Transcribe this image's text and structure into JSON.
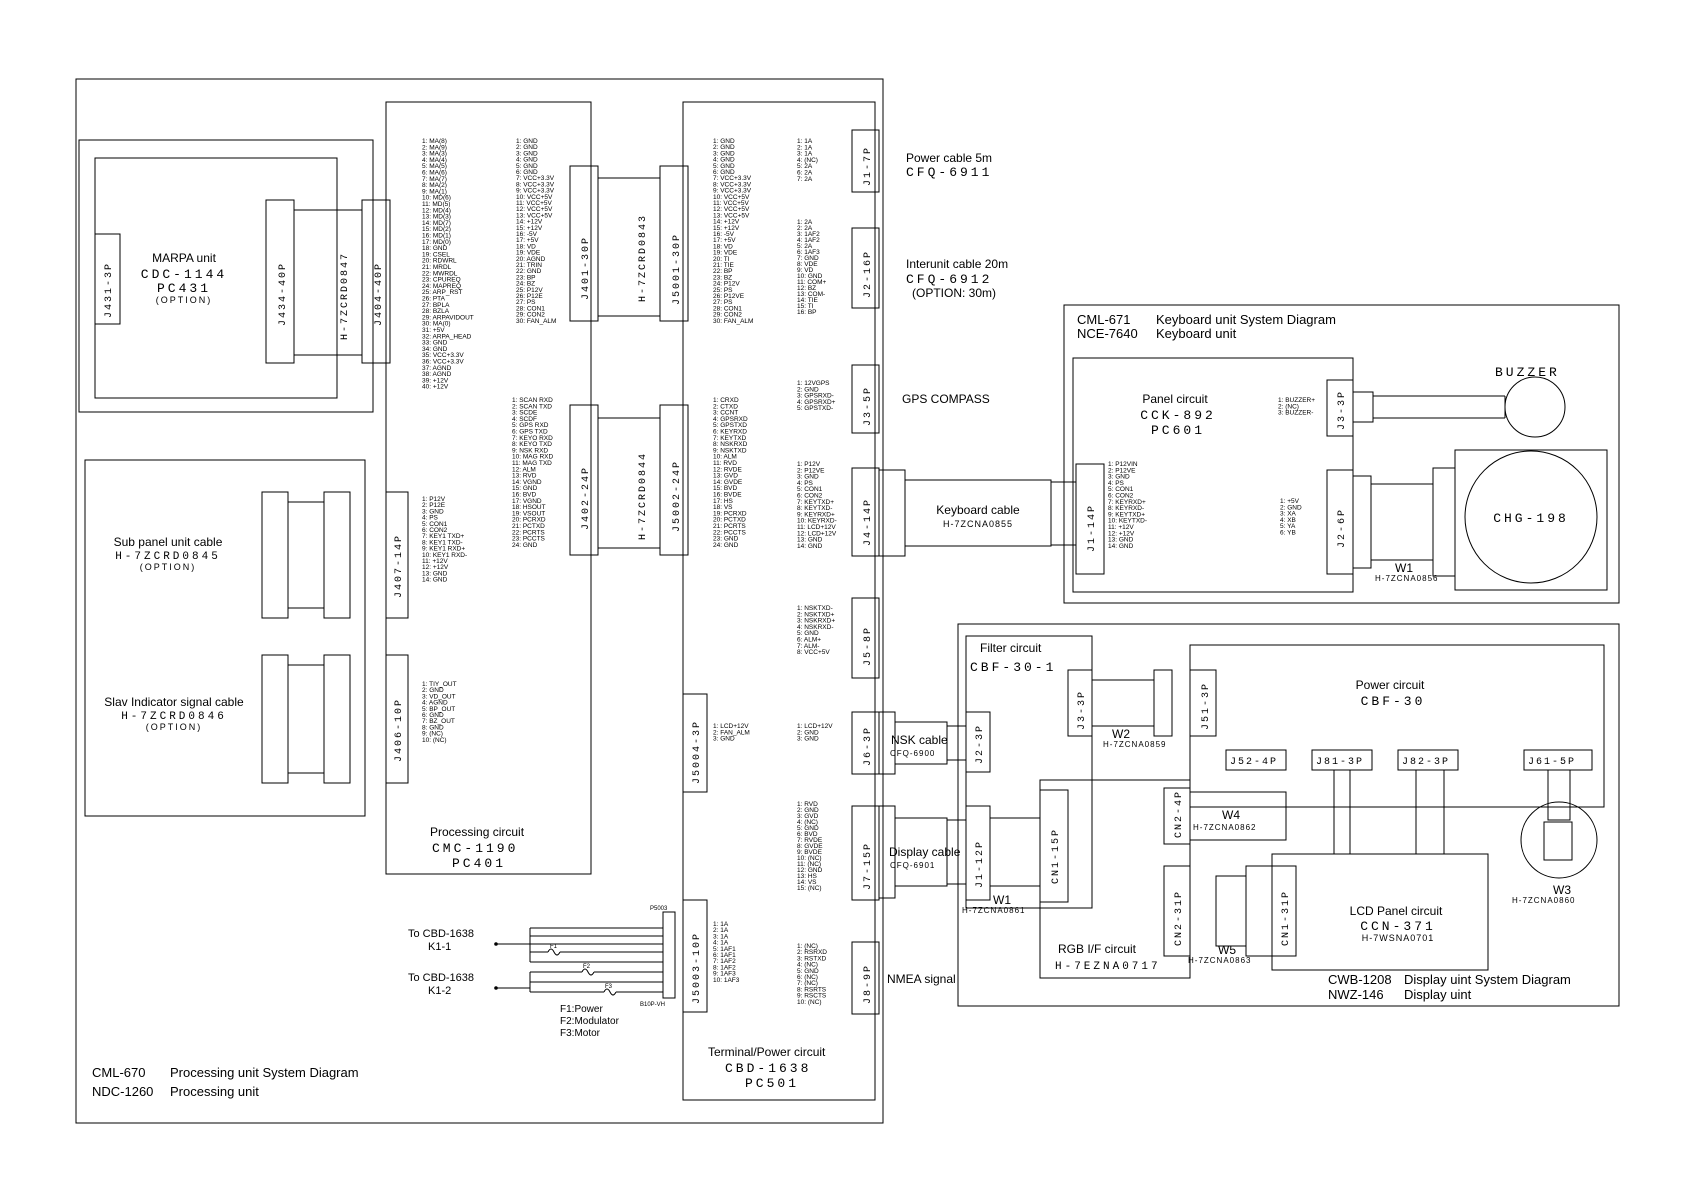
{
  "processing_unit": {
    "title_code": "CML-670",
    "title_text": "Processing unit System Diagram",
    "model_code": "NDC-1260",
    "model_text": "Processing unit",
    "marpa": {
      "label": "MARPA unit",
      "code": "CDC-1144",
      "pc": "PC431",
      "option": "(OPTION)"
    },
    "subpanel_cable": {
      "label": "Sub panel unit cable",
      "code": "H-7ZCRD0845",
      "option": "(OPTION)"
    },
    "slav_cable": {
      "label": "Slav Indicator signal cable",
      "code": "H-7ZCRD0846",
      "option": "(OPTION)"
    },
    "processing_circuit": {
      "label": "Processing circuit",
      "code": "CMC-1190",
      "pc": "PC401"
    },
    "terminal_circuit": {
      "label": "Terminal/Power circuit",
      "code": "CBD-1638",
      "pc": "PC501"
    },
    "connectors": {
      "j431": "J431-3P",
      "j434": "J434-40P",
      "j404": "J404-40P",
      "j407": "J407-14P",
      "j406": "J406-10P",
      "j401": "J401-30P",
      "j402": "J402-24P",
      "j5001": "J5001-30P",
      "j5002": "J5002-24P",
      "j5004": "J5004-3P",
      "j5003": "J5003-10P",
      "j1": "J1-7P",
      "j2": "J2-16P",
      "j3": "J3-5P",
      "j4": "J4-14P",
      "j5": "J5-8P",
      "j6": "J6-3P",
      "j7": "J7-15P",
      "j8": "J8-9P"
    },
    "cables": {
      "marpa_cable": "H-7ZCRD0847",
      "cable_401": "H-7ZCRD0843",
      "cable_402": "H-7ZCRD0844"
    },
    "pins": {
      "j404": [
        "1: MA(8)",
        "2: MA(9)",
        "3: MA(3)",
        "4: MA(4)",
        "5: MA(5)",
        "6: MA(6)",
        "7: MA(7)",
        "8: MA(2)",
        "9: MA(1)",
        "10: MD(6)",
        "11: MD(5)",
        "12: MD(4)",
        "13: MD(3)",
        "14: MD(7)",
        "15: MD(2)",
        "16: MD(1)",
        "17: MD(0)",
        "18: GND",
        "19: CSEL",
        "20: RDWRL",
        "21: MRDL",
        "22: MWRDL",
        "23: CPUREQ",
        "24: MAPREQ",
        "25: ARP_RST",
        "26: PTA",
        "27: BPLA",
        "28: BZLA",
        "29: ARPAVIDOUT",
        "30: MA(0)",
        "31: +5V",
        "32: ARPA_HEAD",
        "33: GND",
        "34: GND",
        "35: VCC+3.3V",
        "36: VCC+3.3V",
        "37: AGND",
        "38: AGND",
        "39: +12V",
        "40: +12V"
      ],
      "j401": [
        "1: GND",
        "2: GND",
        "3: GND",
        "4: GND",
        "5: GND",
        "6: GND",
        "7: VCC+3.3V",
        "8: VCC+3.3V",
        "9: VCC+3.3V",
        "10: VCC+5V",
        "11: VCC+5V",
        "12: VCC+5V",
        "13: VCC+5V",
        "14: +12V",
        "15: +12V",
        "16: -5V",
        "17: +5V",
        "18: VD",
        "19: VDE",
        "20: AGND",
        "21: TRIN",
        "22: GND",
        "23: BP",
        "24: BZ",
        "25: P12V",
        "26: P12E",
        "27: PS",
        "28: CON1",
        "29: CON2",
        "30: FAN_ALM"
      ],
      "j5001": [
        "1: GND",
        "2: GND",
        "3: GND",
        "4: GND",
        "5: GND",
        "6: GND",
        "7: VCC+3.3V",
        "8: VCC+3.3V",
        "9: VCC+3.3V",
        "10: VCC+5V",
        "11: VCC+5V",
        "12: VCC+5V",
        "13: VCC+5V",
        "14: +12V",
        "15: +12V",
        "16: -5V",
        "17: +5V",
        "18: VD",
        "19: VDE",
        "20: TI",
        "21: TIE",
        "22: BP",
        "23: BZ",
        "24: P12V",
        "25: PS",
        "26: P12VE",
        "27: PS",
        "28: CON1",
        "29: CON2",
        "30: FAN_ALM"
      ],
      "j1": [
        "1: 1A",
        "2: 1A",
        "3: 1A",
        "4: (NC)",
        "5: 2A",
        "6: 2A",
        "7: 2A"
      ],
      "j2": [
        "1: 2A",
        "2: 2A",
        "3: 1AF2",
        "4: 1AF2",
        "5: 2A",
        "6: 1AF3",
        "7: GND",
        "8: VDE",
        "9: VD",
        "10: GND",
        "11: COM+",
        "12: BZ",
        "13: COM-",
        "14: TIE",
        "15: TI",
        "16: BP"
      ],
      "j3": [
        "1: 12VGPS",
        "2: GND",
        "3: GPSRXD-",
        "4: GPSRXD+",
        "5: GPSTXD-"
      ],
      "j402": [
        "1: SCAN RXD",
        "2: SCAN TXD",
        "3: SCDE",
        "4: SCDF",
        "5: GPS RXD",
        "6: GPS TXD",
        "7: KEYO RXD",
        "8: KEYO TXD",
        "9: NSK RXD",
        "10: MAG RXD",
        "11: MAG TXD",
        "12: ALM",
        "13: RVD",
        "14: VGND",
        "15: GND",
        "16: BVD",
        "17: VGND",
        "18: HSOUT",
        "19: VSOUT",
        "20: PCRXD",
        "21: PCTXD",
        "22: PCRTS",
        "23: PCCTS",
        "24: GND"
      ],
      "j5002": [
        "1: CRXD",
        "2: CTXD",
        "3: CCNT",
        "4: GPSRXD",
        "5: GPSTXD",
        "6: KEYRXD",
        "7: KEYTXD",
        "8: NSKRXD",
        "9: NSKTXD",
        "10: ALM",
        "11: RVD",
        "12: RVDE",
        "13: GVD",
        "14: GVDE",
        "15: BVD",
        "16: BVDE",
        "17: HS",
        "18: VS",
        "19: PCRXD",
        "20: PCTXD",
        "21: PCRTS",
        "22: PCCTS",
        "23: GND",
        "24: GND"
      ],
      "j407": [
        "1: P12V",
        "2: P12E",
        "3: GND",
        "4: PS",
        "5: CON1",
        "6: CON2",
        "7: KEY1 TXD+",
        "8: KEY1 TXD-",
        "9: KEY1 RXD+",
        "10: KEY1 RXD-",
        "11: +12V",
        "12: +12V",
        "13: GND",
        "14: GND"
      ],
      "j4": [
        "1: P12V",
        "2: P12VE",
        "3: GND",
        "4: PS",
        "5: CON1",
        "6: CON2",
        "7: KEYTXD+",
        "8: KEYTXD-",
        "9: KEYRXD+",
        "10: KEYRXD-",
        "11: LCD+12V",
        "12: LCD+12V",
        "13: GND",
        "14: GND"
      ],
      "j5": [
        "1: NSKTXD-",
        "2: NSKTXD+",
        "3: NSKRXD+",
        "4: NSKRXD-",
        "5: GND",
        "6: ALM+",
        "7: ALM-",
        "8: VCC+5V"
      ],
      "j406": [
        "1: TIY_OUT",
        "2: GND",
        "3: VD_OUT",
        "4: AGND",
        "5: BP_OUT",
        "6: GND",
        "7: BZ_OUT",
        "8: GND",
        "9: (NC)",
        "10: (NC)"
      ],
      "j5004": [
        "1: LCD+12V",
        "2: FAN_ALM",
        "3: GND"
      ],
      "j6": [
        "1: LCD+12V",
        "2: GND",
        "3: GND"
      ],
      "j7": [
        "1: RVD",
        "2: GND",
        "3: GVD",
        "4: (NC)",
        "5: GND",
        "6: BVD",
        "7: RVDE",
        "8: GVDE",
        "9: BVDE",
        "10: (NC)",
        "11: (NC)",
        "12: GND",
        "13: HS",
        "14: VS",
        "15: (NC)"
      ],
      "j5003": [
        "1: 1A",
        "2: 1A",
        "3: 1A",
        "4: 1A",
        "5: 1AF1",
        "6: 1AF1",
        "7: 1AF2",
        "8: 1AF2",
        "9: 1AF3",
        "10: 1AF3"
      ],
      "j8": [
        "1: (NC)",
        "2: RSRXD",
        "3: RSTXD",
        "4: (NC)",
        "5: GND",
        "6: (NC)",
        "7: (NC)",
        "8: RSRTS",
        "9: RSCTS",
        "10: (NC)"
      ]
    },
    "fuse_block": {
      "to1": "To CBD-1638",
      "k1": "K1-1",
      "to2": "To CBD-1638",
      "k2": "K1-2",
      "p5003": "P5003",
      "p5003_model": "B10P-VH",
      "f1": "F1",
      "f2": "F2",
      "f3": "F3",
      "legend": [
        "F1:Power",
        "F2:Modulator",
        "F3:Motor"
      ]
    }
  },
  "external": {
    "power_cable": {
      "label": "Power cable 5m",
      "code": "CFQ-6911"
    },
    "interunit_cable": {
      "label": "Interunit cable 20m",
      "code": "CFQ-6912",
      "option": "(OPTION: 30m)"
    },
    "gps_compass": "GPS COMPASS",
    "keyboard_cable": {
      "label": "Keyboard cable",
      "code": "H-7ZCNA0855"
    },
    "nsk_cable": {
      "label": "NSK cable",
      "code": "CFQ-6900"
    },
    "display_cable": {
      "label": "Display cable",
      "code": "CFQ-6901"
    },
    "nmea": "NMEA signal"
  },
  "keyboard_unit": {
    "title_code": "CML-671",
    "title_text": "Keyboard unit System Diagram",
    "model_code": "NCE-7640",
    "model_text": "Keyboard unit",
    "panel_circuit": {
      "label": "Panel circuit",
      "code": "CCK-892",
      "pc": "PC601"
    },
    "buzzer": "BUZZER",
    "chg": "CHG-198",
    "w1": "W1",
    "w1_code": "H-7ZCNA0856",
    "connectors": {
      "j1": "J1-14P",
      "j2": "J2-6P",
      "j3": "J3-3P"
    },
    "pins": {
      "j3": [
        "1: BUZZER+",
        "2: (NC)",
        "3: BUZZER-"
      ],
      "j1": [
        "1: P12VIN",
        "2: P12VE",
        "3: GND",
        "4: PS",
        "5: CON1",
        "6: CON2",
        "7: KEYRXD+",
        "8: KEYRXD-",
        "9: KEYTXD+",
        "10: KEYTXD-",
        "11: +12V",
        "12: +12V",
        "13: GND",
        "14: GND"
      ],
      "j2": [
        "1: +5V",
        "2: GND",
        "3: XA",
        "4: XB",
        "5: YA",
        "6: YB"
      ]
    }
  },
  "display_unit": {
    "title_code": "CWB-1208",
    "title_text": "Display uint System Diagram",
    "model_code": "NWZ-146",
    "model_text": "Display uint",
    "filter_circuit": {
      "label": "Filter circuit",
      "code": "CBF-30-1"
    },
    "power_circuit": {
      "label": "Power circuit",
      "code": "CBF-30"
    },
    "rgb_circuit": {
      "label": "RGB I/F circuit",
      "code": "H-7EZNA0717"
    },
    "lcd_circuit": {
      "label": "LCD Panel circuit",
      "code": "CCN-371",
      "sub": "H-7WSNA0701"
    },
    "connectors": {
      "j3": "J3-3P",
      "j2": "J2-3P",
      "j1": "J1-12P",
      "j51": "J51-3P",
      "j52": "J52-4P",
      "j81": "J81-3P",
      "j82": "J82-3P",
      "j61": "J61-5P",
      "cn1_15": "CN1-15P",
      "cn2_4": "CN2-4P",
      "cn2_31": "CN2-31P",
      "cn1_31": "CN1-31P"
    },
    "wires": {
      "w1": "W1",
      "w1_code": "H-7ZCNA0861",
      "w2": "W2",
      "w2_code": "H-7ZCNA0859",
      "w3": "W3",
      "w3_code": "H-7ZCNA0860",
      "w4": "W4",
      "w4_code": "H-7ZCNA0862",
      "w5": "W5",
      "w5_code": "H-7ZCNA0863"
    }
  }
}
